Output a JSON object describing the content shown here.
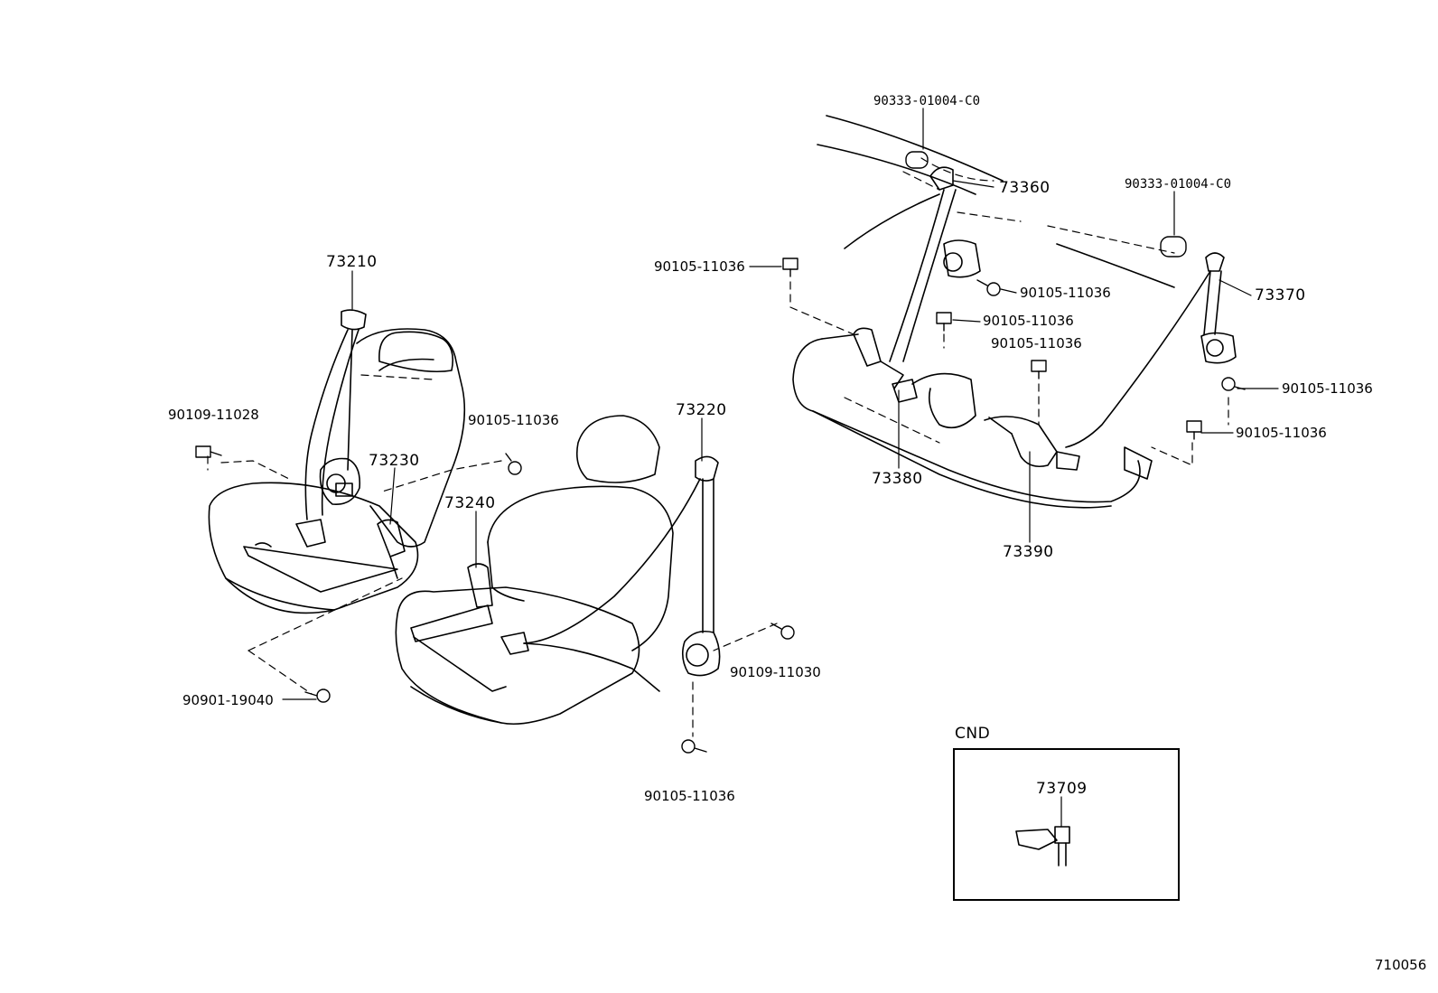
{
  "parts": {
    "p73210": "73210",
    "p73220": "73220",
    "p73230": "73230",
    "p73240": "73240",
    "p73360": "73360",
    "p73370": "73370",
    "p73380": "73380",
    "p73390": "73390",
    "p73709": "73709"
  },
  "fasteners": {
    "f_90109_11028": "90109-11028",
    "f_90105_11036_left": "90105-11036",
    "f_90901_19040": "90901-19040",
    "f_90105_11036_top": "90105-11036",
    "f_90109_11030": "90109-11030",
    "f_90105_11036_bottom": "90105-11036",
    "f_90105_11036_rear1": "90105-11036",
    "f_90105_11036_rear2": "90105-11036",
    "f_90105_11036_rear3": "90105-11036",
    "f_90105_11036_rear4": "90105-11036",
    "f_90105_11036_rear5": "90105-11036",
    "f_90333_left": "90333-01004-C0",
    "f_90333_right": "90333-01004-C0"
  },
  "inset": {
    "title": "CND"
  },
  "diagram_id": "710056"
}
